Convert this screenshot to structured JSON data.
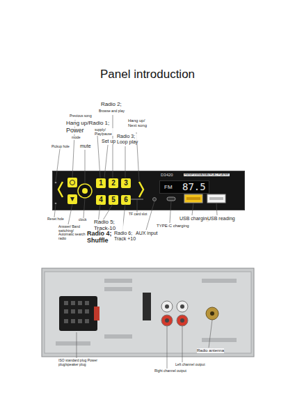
{
  "diagram": {
    "title": "Panel introduction",
    "nodes": [
      {
        "text": [
          "D3420",
          "FM/MP3/WMA/WAV/FLAC PLAYER"
        ]
      },
      {
        "text": [
          "FM",
          "87.5"
        ],
        "in": 0
      },
      {
        "text": [
          "1"
        ],
        "in": 0
      },
      {
        "text": [
          "2"
        ],
        "in": 0
      },
      {
        "text": [
          "3"
        ],
        "in": 0
      },
      {
        "text": [
          "4"
        ],
        "in": 0
      },
      {
        "text": [
          "5"
        ],
        "in": 0
      },
      {
        "text": [
          "6"
        ],
        "in": 0
      }
    ],
    "labels": [
      "Radio 2;",
      "Browse and play",
      "Previous song",
      "Hang up/Radio 1;",
      "Power",
      "supply/ Play/pause",
      "mode",
      "Pickup hole",
      "mute",
      "Set up",
      "Hang up/ Next song",
      "Radio 3; Loop play",
      "Reset hole",
      "Answer/ Band switching/ Automatic search radio",
      "clock",
      "Radio 5; Track-10",
      "Radio 4; Shuffle",
      "Radio 6; Track +10",
      "TF card slot",
      "AUX input",
      "TYPE-C charging",
      "USB charging",
      "USB reading",
      "ISO standard plug Power plug/speaker plug",
      "Radio antenna",
      "Left channel output",
      "Right channel output"
    ]
  }
}
